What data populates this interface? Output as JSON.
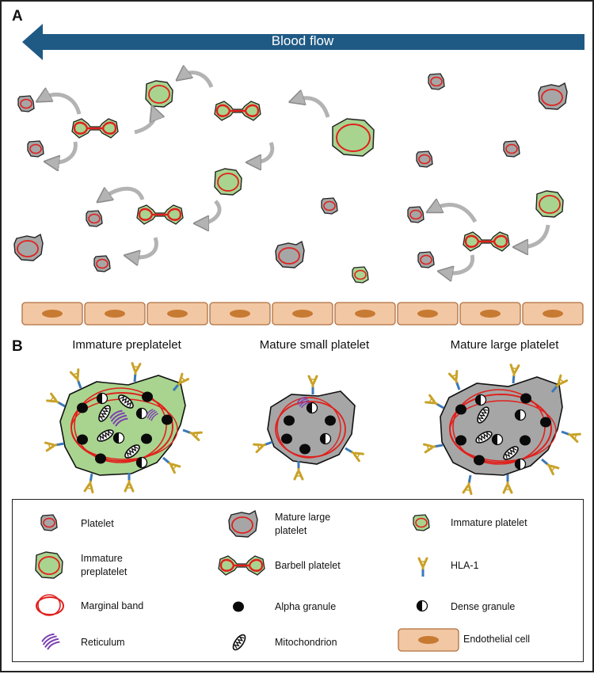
{
  "panels": {
    "a": "A",
    "b": "B"
  },
  "flow": {
    "label": "Blood flow"
  },
  "columns": [
    {
      "title": "Immature preplatelet"
    },
    {
      "title": "Mature small platelet"
    },
    {
      "title": "Mature large platelet"
    }
  ],
  "legend": [
    {
      "label": "Platelet",
      "icon": "platelet-icon"
    },
    {
      "label": "Mature large platelet",
      "icon": "mature-large-platelet-icon"
    },
    {
      "label": "Immature platelet",
      "icon": "immature-platelet-icon"
    },
    {
      "label": "Immature preplatelet",
      "icon": "immature-preplatelet-icon"
    },
    {
      "label": "Barbell platelet",
      "icon": "barbell-platelet-icon"
    },
    {
      "label": "HLA-1",
      "icon": "hla1-icon"
    },
    {
      "label": "Marginal band",
      "icon": "marginal-band-icon"
    },
    {
      "label": "Alpha granule",
      "icon": "alpha-granule-icon"
    },
    {
      "label": "Dense granule",
      "icon": "dense-granule-icon"
    },
    {
      "label": "Reticulum",
      "icon": "reticulum-icon"
    },
    {
      "label": "Mitochondrion",
      "icon": "mitochondrion-icon"
    },
    {
      "label": "Endothelial cell",
      "icon": "endothelial-cell-icon"
    }
  ],
  "colors": {
    "flow_arrow": "#1f5a85",
    "platelet_gray": "#a6a6a6",
    "immature_green": "#a9d48f",
    "marginal_band": "#e0201c",
    "endothelium": "#f2c7a3",
    "endothelium_nucleus": "#c77a32",
    "reticulum": "#7b3fb0",
    "hla_gold": "#c9a227",
    "hla_blue": "#3b78b8",
    "curved_arrow": "#b3b3b3"
  }
}
